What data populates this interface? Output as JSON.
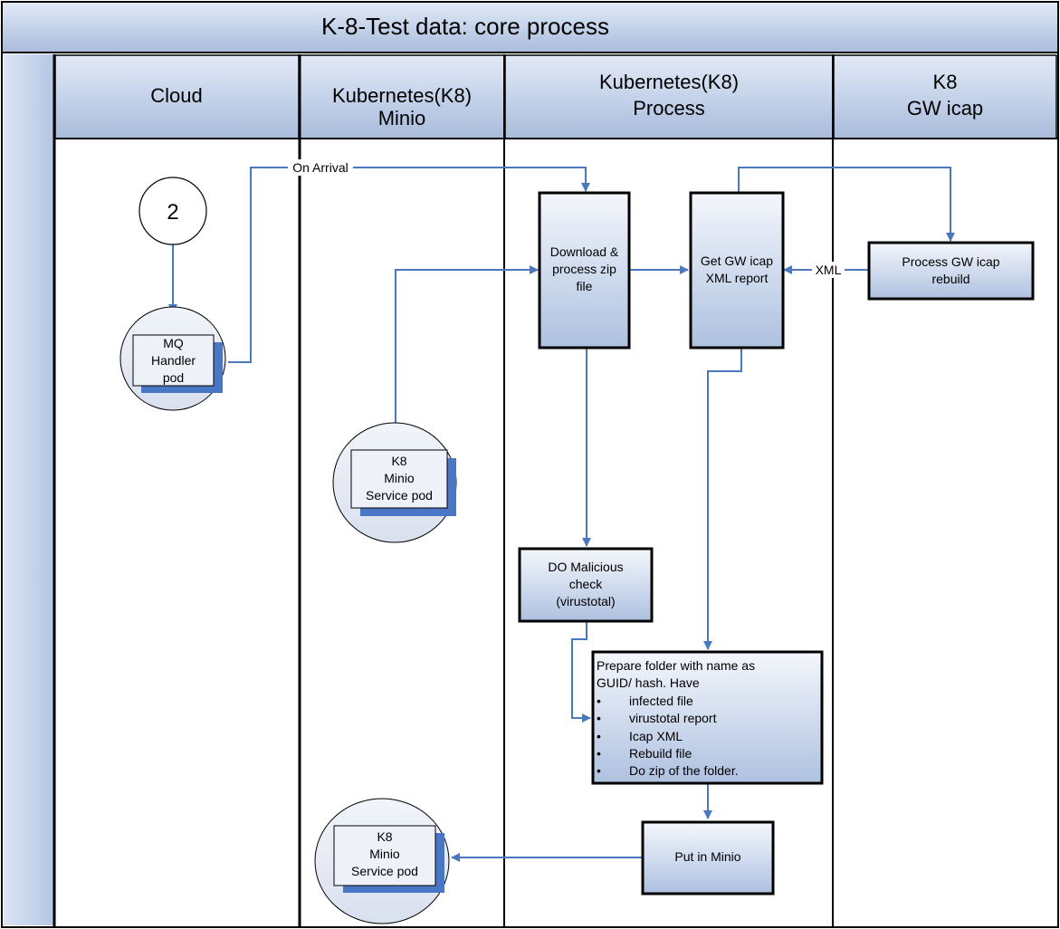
{
  "title": "K-8-Test data: core process",
  "lanes": [
    {
      "id": "cloud",
      "label_lines": [
        "Cloud"
      ]
    },
    {
      "id": "minio",
      "label_lines": [
        "Kubernetes(K8)",
        "Minio"
      ]
    },
    {
      "id": "process",
      "label_lines": [
        "Kubernetes(K8)",
        "Process"
      ]
    },
    {
      "id": "icap",
      "label_lines": [
        "K8",
        "GW icap"
      ]
    }
  ],
  "nodes": {
    "step_number": "2",
    "mq_handler": [
      "MQ",
      "Handler",
      "pod"
    ],
    "minio_service_top": [
      "K8",
      "Minio",
      "Service pod"
    ],
    "minio_service_bottom": [
      "K8",
      "Minio",
      "Service pod"
    ],
    "download": [
      "Download &",
      "process zip",
      "file"
    ],
    "get_report": [
      "Get  GW icap",
      "XML report"
    ],
    "icap_rebuild": [
      "Process GW icap",
      "rebuild"
    ],
    "malicious_check": [
      "DO Malicious",
      "check",
      "(virustotal)"
    ],
    "prepare": {
      "intro": [
        "Prepare  folder with name as",
        "GUID/ hash. Have"
      ],
      "items": [
        "infected file",
        "virustotal report",
        "Icap XML",
        "Rebuild file",
        "Do zip of the folder."
      ]
    },
    "put_in_minio": "Put in Minio"
  },
  "edges": {
    "on_arrival": "On Arrival",
    "xml": "XML"
  },
  "colors": {
    "lane_header": "#c5d3ea",
    "pool_band": "#c5d3ea",
    "process_box_gradient_top": "#ffffff",
    "process_box_gradient_bottom": "#b0c4e2",
    "connector": "#4a78c0",
    "shadow": "#4a76c6",
    "border": "#000000"
  }
}
